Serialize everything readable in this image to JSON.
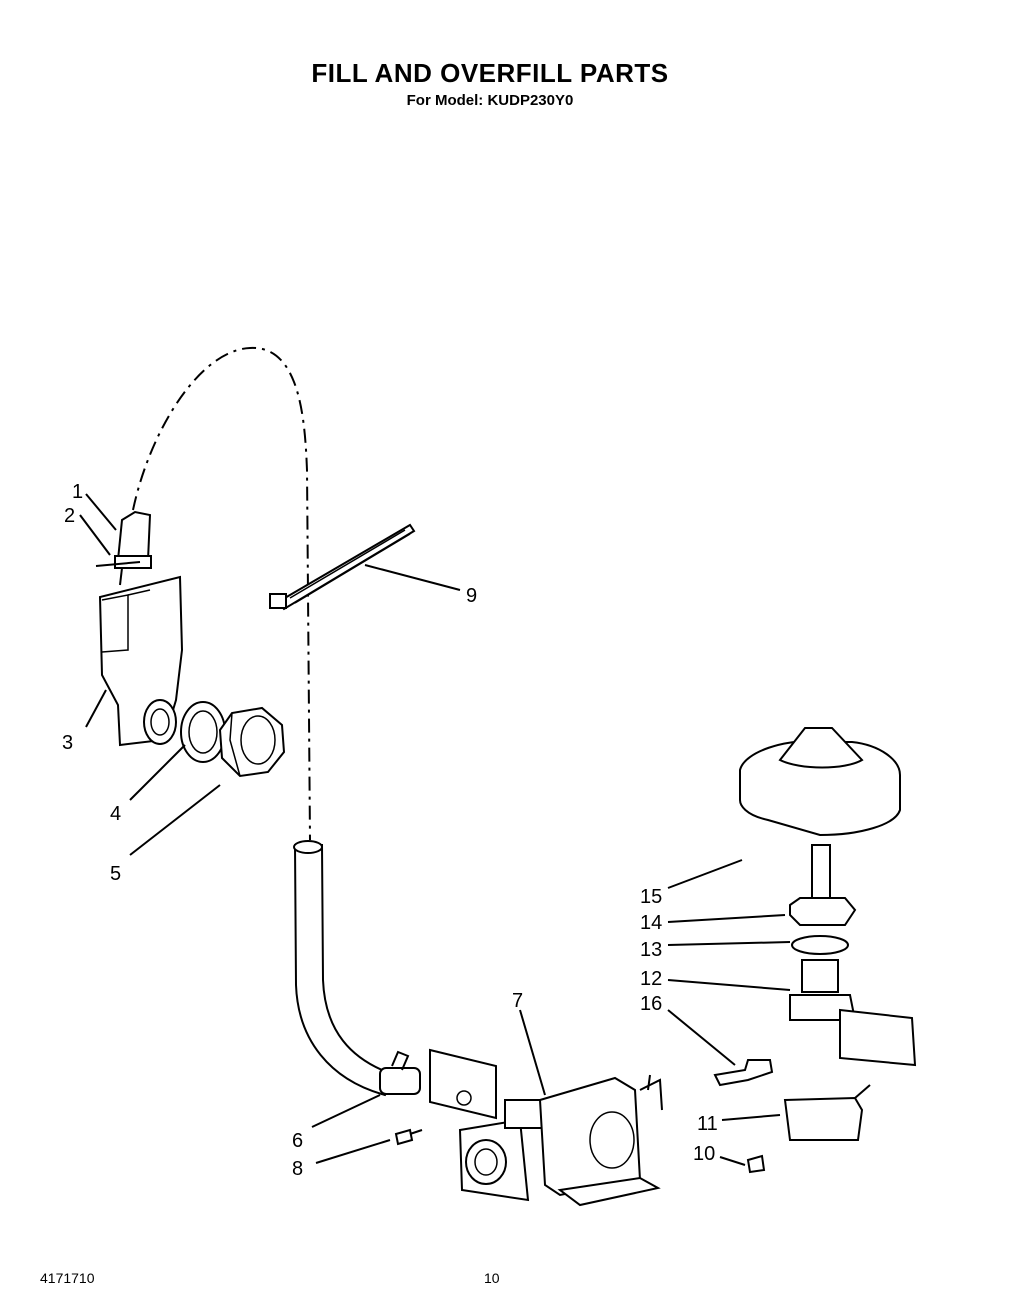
{
  "header": {
    "title": "FILL AND OVERFILL PARTS",
    "subtitle": "For Model: KUDP230Y0"
  },
  "callouts": [
    "1",
    "2",
    "3",
    "4",
    "5",
    "6",
    "7",
    "8",
    "9",
    "10",
    "11",
    "12",
    "13",
    "14",
    "15",
    "16"
  ],
  "footer": {
    "doc_number": "4171710",
    "page_number": "10"
  }
}
